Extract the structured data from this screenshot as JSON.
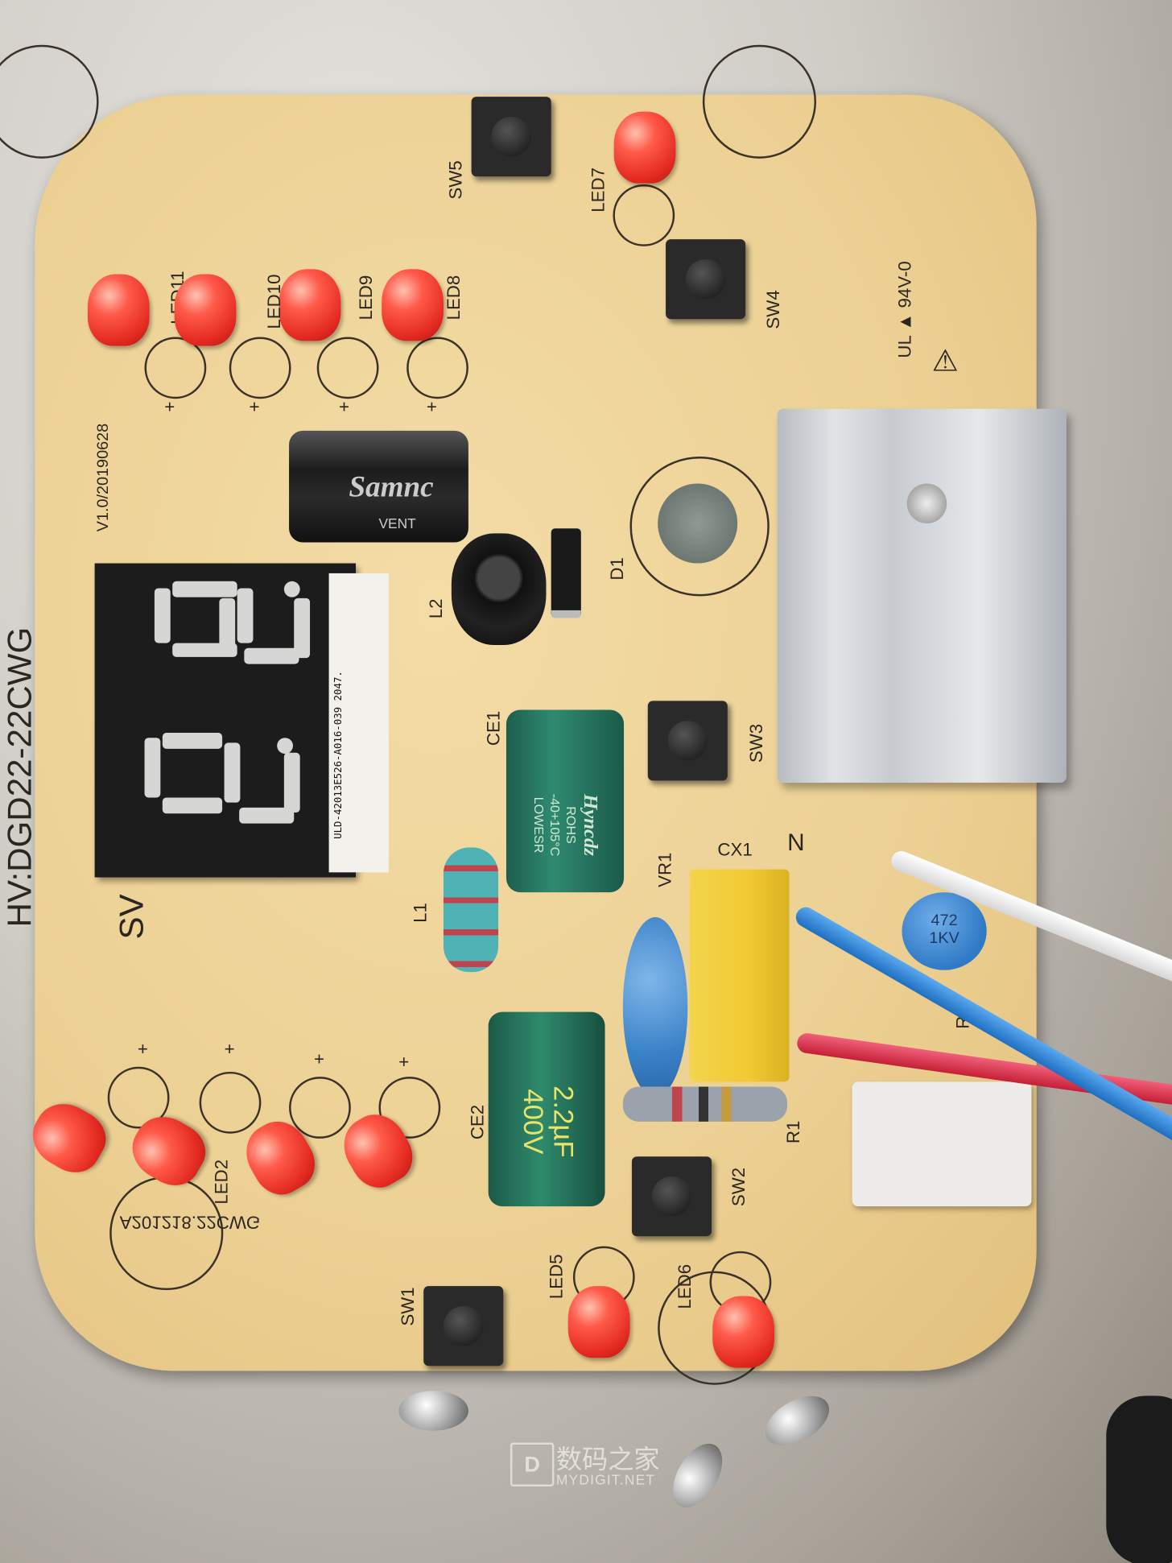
{
  "board": {
    "model": "HV:DGD22-22CWG",
    "version": "V1.0/20190628",
    "sv": "SV",
    "batch": "A201218.22CWG",
    "ul_mark": "UL ▲ 94V-0",
    "labels": {
      "sw1": "SW1",
      "sw2": "SW2",
      "sw3": "SW3",
      "sw4": "SW4",
      "sw5": "SW5",
      "led2": "LED2",
      "led5": "LED5",
      "led6": "LED6",
      "led7": "LED7",
      "led8": "LED8",
      "led9": "LED9",
      "led10": "LED10",
      "led11": "LED11",
      "ce1": "CE1",
      "ce2": "CE2",
      "l1": "L1",
      "l2": "L2",
      "d1": "D1",
      "vr1": "VR1",
      "cx1": "CX1",
      "n": "N",
      "r1": "R1",
      "r6": "R6",
      "plus": "+"
    }
  },
  "components": {
    "cap_big": {
      "brand": "Samnc",
      "vent": "VENT"
    },
    "ce1": {
      "brand": "Hyncdz",
      "rohs": "ROHS",
      "temp": "-40+105°C",
      "esr": "LOWESR"
    },
    "ce2": {
      "value": "2.2µF",
      "voltage": "400V"
    },
    "disc_cap": {
      "code": "472",
      "voltage": "1KV"
    },
    "display": {
      "part": "ULD-42013E526-A016-039 2047."
    }
  },
  "watermark": {
    "cn": "数码之家",
    "en": "MYDIGIT.NET"
  },
  "colors": {
    "pcb": "#ecd093",
    "led": "#e52c22",
    "wire_blue": "#2f86d8",
    "wire_red": "#d8243a",
    "wire_white": "#eeeeee",
    "heatsink": "#c9ccd0"
  }
}
